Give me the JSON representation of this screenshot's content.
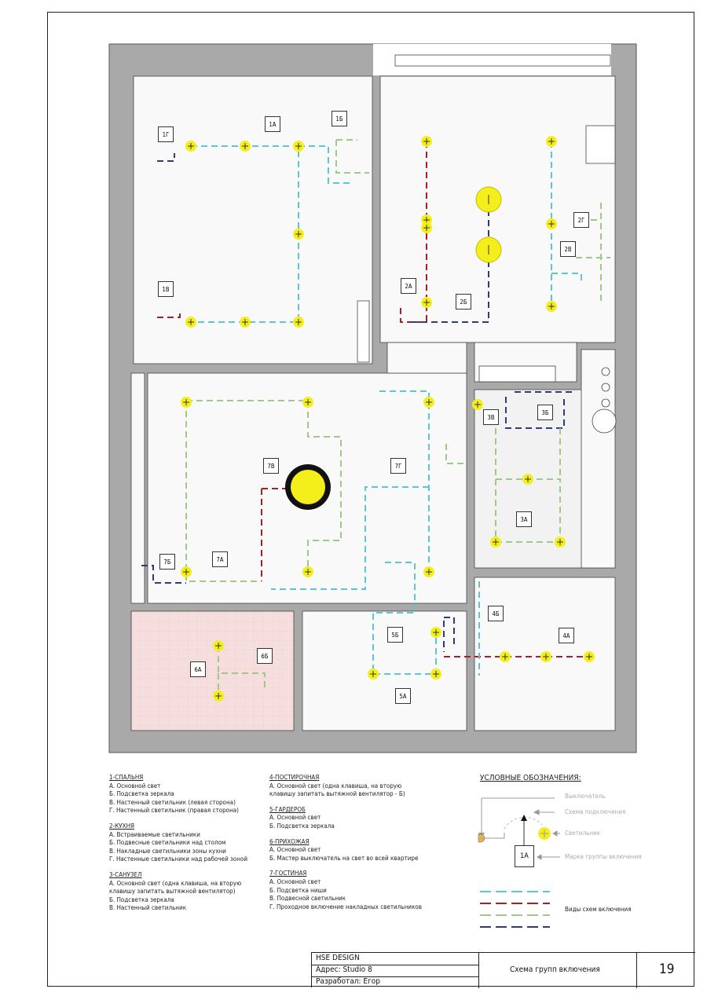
{
  "colors": {
    "wall": "#a9a9a9",
    "cyan": "#5bc7d1",
    "red": "#a52127",
    "green": "#9dca86",
    "navy": "#2e3c7a",
    "lamp": "#f4ef1a",
    "bath_tile": "#f7dede"
  },
  "group_labels": [
    "1Г",
    "1А",
    "1Б",
    "1В",
    "2А",
    "2Б",
    "2Г",
    "2В",
    "7В",
    "7Г",
    "7Б",
    "7А",
    "3В",
    "3Б",
    "3А",
    "4Б",
    "4А",
    "5Б",
    "5А",
    "6А",
    "6Б"
  ],
  "legend": {
    "rooms": [
      {
        "title": "1-СПАЛЬНЯ",
        "items": [
          "А. Основной свет",
          "Б. Подсветка зеркала",
          "В. Настенный светильник (левая сторона)",
          "Г. Настенный светильник (правая сторона)"
        ]
      },
      {
        "title": "2-КУХНЯ",
        "items": [
          "А. Встраиваемые светильники",
          "Б. Подвесные светильники над столом",
          "В. Накладные светильники зоны кухни",
          "Г. Настенные светильники над рабочей зоной"
        ]
      },
      {
        "title": "3-САНУЗЕЛ",
        "items": [
          "А. Основной свет (одна клавиша, на вторую",
          "клавишу запитать вытяжной вентилятор)",
          "Б. Подсветка зеркала",
          "В. Настенный светильник"
        ]
      },
      {
        "title": "4-ПОСТИРОЧНАЯ",
        "items": [
          "А. Основной свет (одна клавиша, на вторую",
          "клавишу запитать вытяжной вентилятор - Б)"
        ]
      },
      {
        "title": "5-ГАРДЕРОБ",
        "items": [
          "А. Основной свет",
          "Б. Подсветка зеркала"
        ]
      },
      {
        "title": "6-ПРИХОЖАЯ",
        "items": [
          "А. Основной свет",
          "Б. Мастер выключатель на свет во всей квартире"
        ]
      },
      {
        "title": "7-ГОСТИНАЯ",
        "items": [
          "А. Основной свет",
          "Б. Подсветка ниши",
          "В. Подвесной светильник",
          "Г. Проходное включение накладных светильников"
        ]
      }
    ]
  },
  "symbols": {
    "title": "УСЛОВНЫЕ ОБОЗНАЧЕНИЯ:",
    "switch": "Выключатель",
    "connection": "Схема подключения",
    "lamp": "Светильник",
    "group_mark": "Марка группы включения",
    "sample_mark": "1А",
    "line_types": "Виды схем включения"
  },
  "title_block": {
    "company": "HSE DESIGN",
    "address": "Адрес:  Studio 8",
    "author": "Разработал: Егор",
    "sheet_title": "Схема групп включения",
    "sheet_number": "19"
  }
}
